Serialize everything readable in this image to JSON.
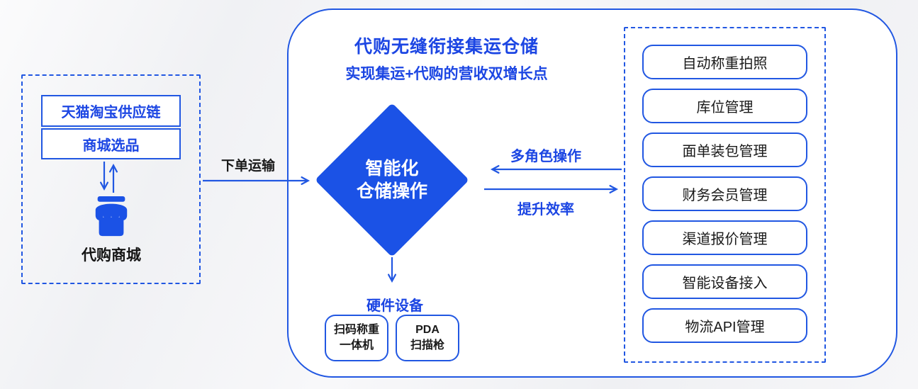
{
  "colors": {
    "accent_blue": "#2157e2",
    "text_blue": "#1c46e3",
    "diamond_blue": "#1b52e6",
    "text_dark": "#1a1a1a",
    "panel_bg": "#ffffff"
  },
  "left_panel": {
    "supply_chain": "天猫淘宝供应链",
    "mall_selection": "商城选品",
    "mall_label": "代购商城",
    "mall_icon": "storefront-icon"
  },
  "connectors": {
    "order_transport": "下单运输",
    "multi_role": "多角色操作",
    "efficiency": "提升效率"
  },
  "main_panel": {
    "title": "代购无缝衔接集运仓储",
    "subtitle": "实现集运+代购的营收双增长点",
    "diamond": {
      "line1": "智能化",
      "line2": "仓储操作"
    },
    "hardware": {
      "title": "硬件设备",
      "devices": [
        {
          "line1": "扫码称重",
          "line2": "一体机"
        },
        {
          "line1": "PDA",
          "line2": "扫描枪"
        }
      ]
    },
    "modules": [
      "自动称重拍照",
      "库位管理",
      "面单装包管理",
      "财务会员管理",
      "渠道报价管理",
      "智能设备接入",
      "物流API管理"
    ]
  }
}
